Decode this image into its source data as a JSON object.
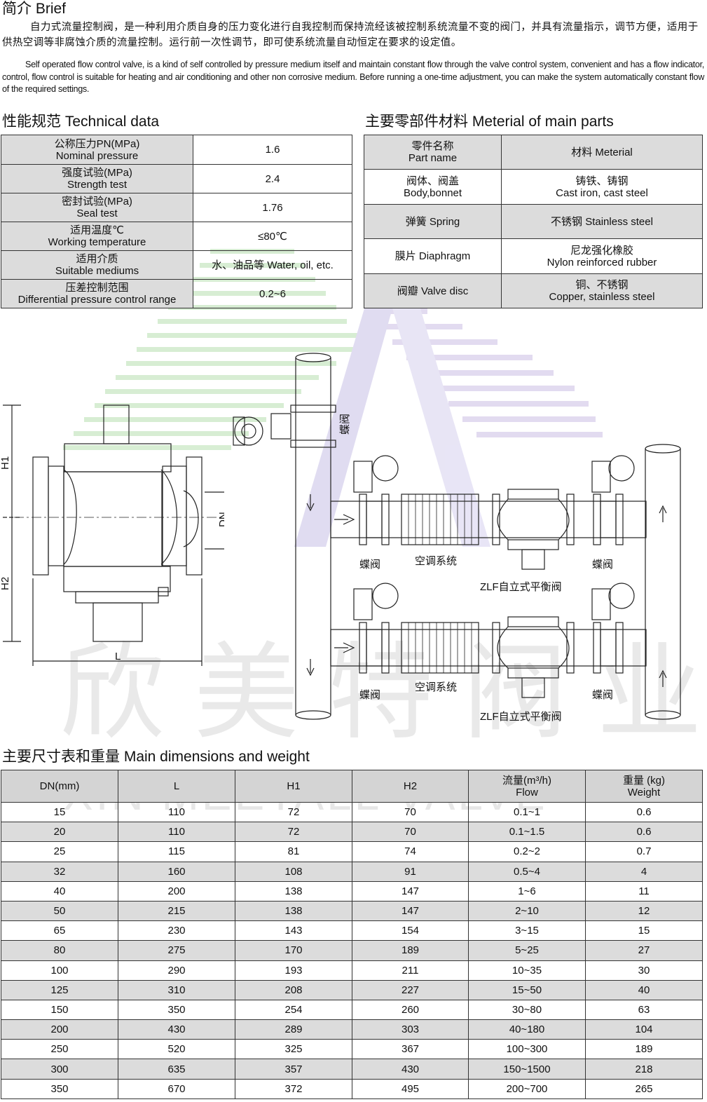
{
  "brief": {
    "heading": "简介 Brief",
    "cn_text": "自力式流量控制阀，是一种利用介质自身的压力变化进行自我控制而保持流经该被控制系统流量不变的阀门，并具有流量指示，调节方便，适用于供热空调等非腐蚀介质的流量控制。运行前一次性调节，即可使系统流量自动恒定在要求的设定值。",
    "en_text": "Self operated flow control valve, is a kind of self controlled by pressure medium itself and maintain constant flow through the valve control system, convenient and has a flow indicator, control, flow control is suitable for heating and air conditioning and other non corrosive medium. Before running a one-time adjustment, you can make the system automatically constant flow of the required settings."
  },
  "technical": {
    "heading": "性能规范 Technical data",
    "rows": [
      {
        "cn": "公称压力PN(MPa)",
        "en": "Nominal pressure",
        "value": "1.6"
      },
      {
        "cn": "强度试验(MPa)",
        "en": "Strength test",
        "value": "2.4"
      },
      {
        "cn": "密封试验(MPa)",
        "en": "Seal test",
        "value": "1.76"
      },
      {
        "cn": "适用温度℃",
        "en": "Working temperature",
        "value": "≤80℃"
      },
      {
        "cn": "适用介质",
        "en": "Suitable mediums",
        "value": "水、油品等 Water, oil, etc."
      },
      {
        "cn": "压差控制范围",
        "en": "Differential pressure control range",
        "value": "0.2~6"
      }
    ]
  },
  "materials": {
    "heading": "主要零部件材料 Meterial of main parts",
    "header": {
      "part_cn": "零件名称",
      "part_en": "Part name",
      "material": "材料 Meterial"
    },
    "rows": [
      {
        "part": "阀体、阀盖",
        "part2": "Body,bonnet",
        "mat": "铸铁、铸钢",
        "mat2": "Cast iron, cast steel"
      },
      {
        "part": "弹簧 Spring",
        "part2": "",
        "mat": "不锈钢 Stainless steel",
        "mat2": ""
      },
      {
        "part": "膜片 Diaphragm",
        "part2": "",
        "mat": "尼龙强化橡胶",
        "mat2": "Nylon reinforced rubber"
      },
      {
        "part": "阀瓣 Valve disc",
        "part2": "",
        "mat": "铜、不锈钢",
        "mat2": "Copper, stainless steel"
      }
    ]
  },
  "diagram": {
    "dim_labels": {
      "h1": "H1",
      "h2": "H2",
      "dn": "DN",
      "l": "L"
    },
    "butterfly_valve": "蝶阀",
    "ac_system": "空调系统",
    "balance_valve": "ZLF自立式平衡阀",
    "watermark_cn": "欣美特阀业",
    "watermark_en": "XIN MEETALL VALVE"
  },
  "dimensions": {
    "heading": "主要尺寸表和重量 Main dimensions and weight",
    "headers": {
      "dn": "DN(mm)",
      "l": "L",
      "h1": "H1",
      "h2": "H2",
      "flow_cn": "流量(m³/h)",
      "flow_en": "Flow",
      "weight_cn": "重量 (kg)",
      "weight_en": "Weight"
    },
    "rows": [
      [
        "15",
        "110",
        "72",
        "70",
        "0.1~1",
        "0.6"
      ],
      [
        "20",
        "110",
        "72",
        "70",
        "0.1~1.5",
        "0.6"
      ],
      [
        "25",
        "115",
        "81",
        "74",
        "0.2~2",
        "0.7"
      ],
      [
        "32",
        "160",
        "108",
        "91",
        "0.5~4",
        "4"
      ],
      [
        "40",
        "200",
        "138",
        "147",
        "1~6",
        "11"
      ],
      [
        "50",
        "215",
        "138",
        "147",
        "2~10",
        "12"
      ],
      [
        "65",
        "230",
        "143",
        "154",
        "3~15",
        "15"
      ],
      [
        "80",
        "275",
        "170",
        "189",
        "5~25",
        "27"
      ],
      [
        "100",
        "290",
        "193",
        "211",
        "10~35",
        "30"
      ],
      [
        "125",
        "310",
        "208",
        "227",
        "15~50",
        "40"
      ],
      [
        "150",
        "350",
        "254",
        "260",
        "30~80",
        "63"
      ],
      [
        "200",
        "430",
        "289",
        "303",
        "40~180",
        "104"
      ],
      [
        "250",
        "520",
        "325",
        "367",
        "100~300",
        "189"
      ],
      [
        "300",
        "635",
        "357",
        "430",
        "150~1500",
        "218"
      ],
      [
        "350",
        "670",
        "372",
        "495",
        "200~700",
        "265"
      ]
    ]
  }
}
